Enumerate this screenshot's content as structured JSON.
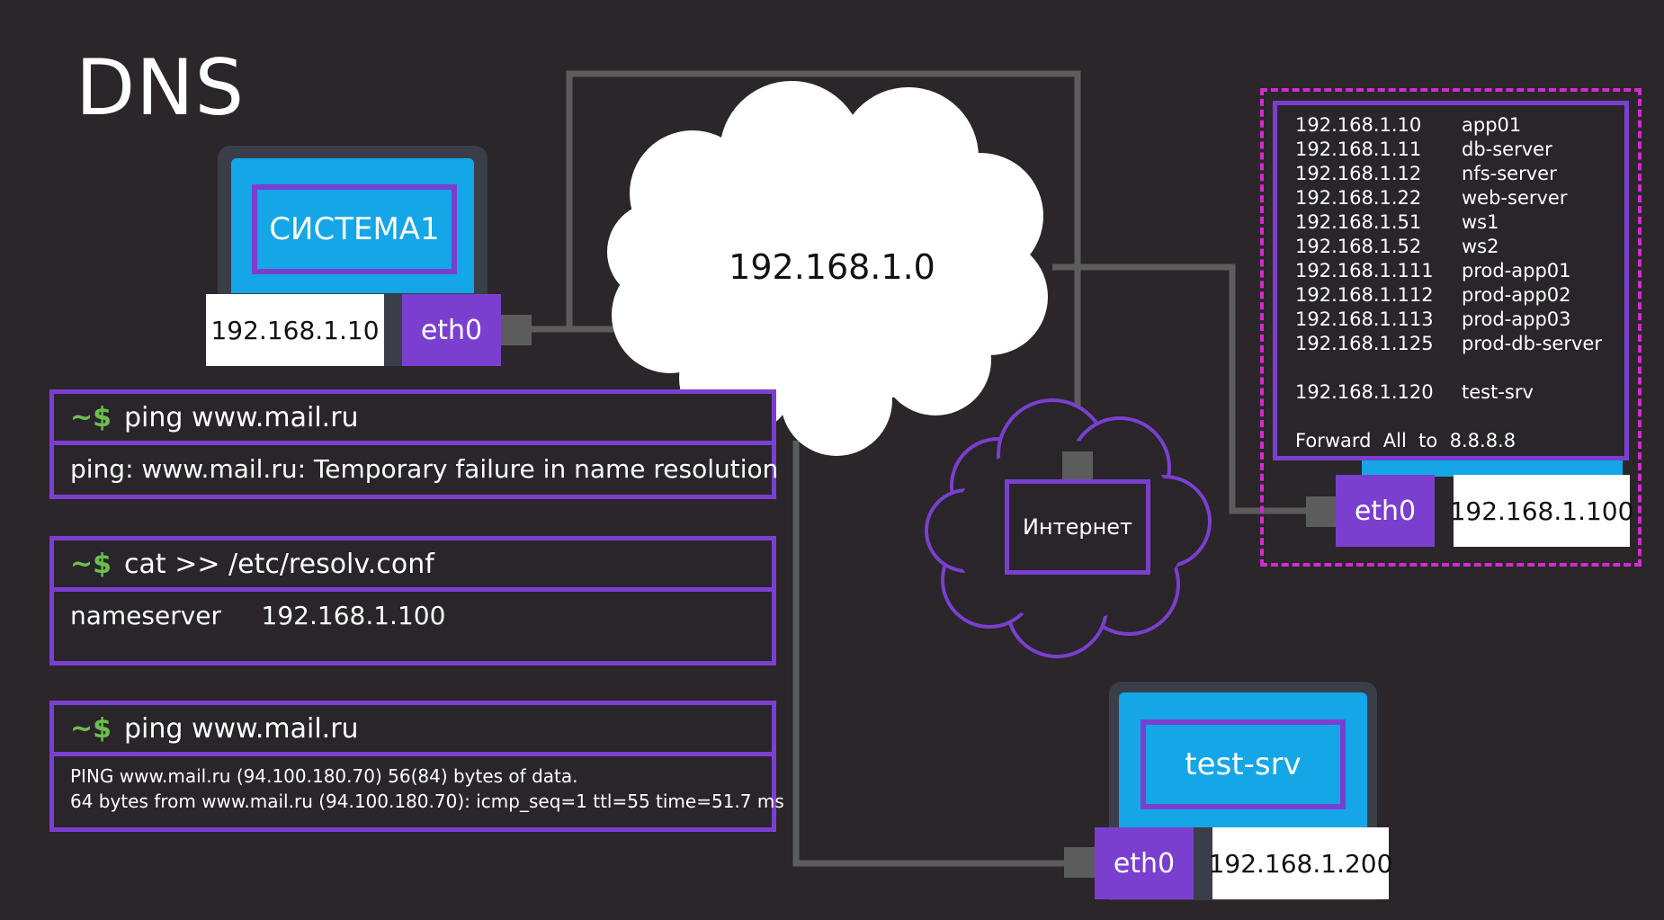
{
  "title": "DNS",
  "network": {
    "subnet": "192.168.1.0",
    "internet_label": "Интернет"
  },
  "system1": {
    "name": "СИСТЕМА1",
    "ip": "192.168.1.10",
    "iface": "eth0"
  },
  "dns_server": {
    "ip": "192.168.1.100",
    "iface": "eth0"
  },
  "test_srv": {
    "name": "test-srv",
    "ip": "192.168.1.200",
    "iface": "eth0"
  },
  "hosts": [
    {
      "ip": "192.168.1.10",
      "name": "app01"
    },
    {
      "ip": "192.168.1.11",
      "name": "db-server"
    },
    {
      "ip": "192.168.1.12",
      "name": "nfs-server"
    },
    {
      "ip": "192.168.1.22",
      "name": "web-server"
    },
    {
      "ip": "192.168.1.51",
      "name": "ws1"
    },
    {
      "ip": "192.168.1.52",
      "name": "ws2"
    },
    {
      "ip": "192.168.1.111",
      "name": "prod-app01"
    },
    {
      "ip": "192.168.1.112",
      "name": "prod-app02"
    },
    {
      "ip": "192.168.1.113",
      "name": "prod-app03"
    },
    {
      "ip": "192.168.1.125",
      "name": "prod-db-server"
    },
    {
      "ip": "192.168.1.120",
      "name": "test-srv"
    }
  ],
  "forward_rule": "Forward  All  to  8.8.8.8",
  "terminals": [
    {
      "prompt": "~$",
      "command": "ping  www.mail.ru",
      "output": [
        "ping: www.mail.ru: Temporary failure in name resolution"
      ]
    },
    {
      "prompt": "~$",
      "command": "cat  >>  /etc/resolv.conf",
      "output": [
        "nameserver     192.168.1.100"
      ]
    },
    {
      "prompt": "~$",
      "command": "ping  www.mail.ru",
      "output": [
        "PING www.mail.ru (94.100.180.70) 56(84) bytes of data.",
        "64 bytes from www.mail.ru (94.100.180.70): icmp_seq=1 ttl=55 time=51.7 ms"
      ]
    }
  ],
  "colors": {
    "accent": "#7b3fd0",
    "screen": "#14a6e6",
    "prompt": "#6bbf4e",
    "dns_border": "#d42ad0",
    "wire": "#5c5c5c"
  }
}
